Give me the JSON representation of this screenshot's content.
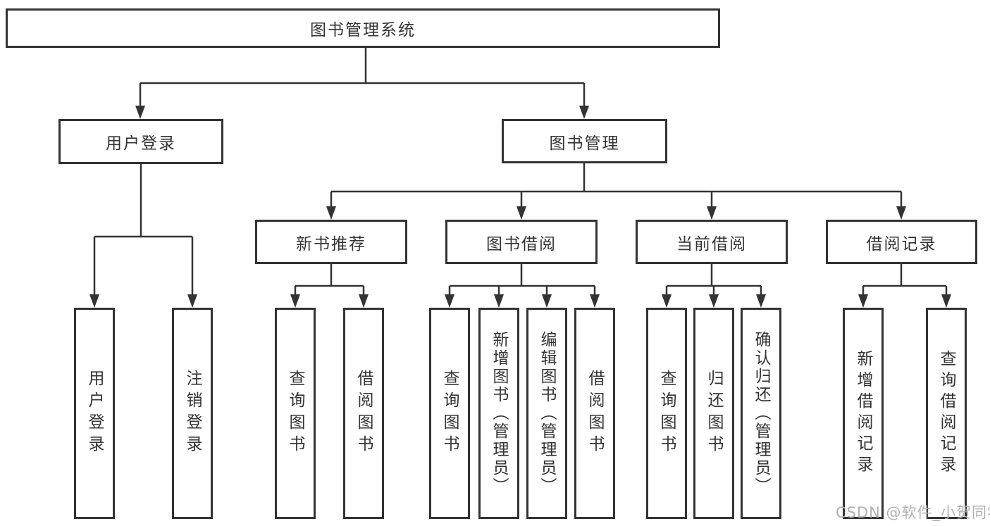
{
  "diagram": {
    "root": {
      "label": "图书管理系统"
    },
    "level2": [
      {
        "label": "用户登录"
      },
      {
        "label": "图书管理"
      }
    ],
    "level3": [
      {
        "label": "新书推荐"
      },
      {
        "label": "图书借阅"
      },
      {
        "label": "当前借阅"
      },
      {
        "label": "借阅记录"
      }
    ],
    "leaves": [
      {
        "label": "用户登录"
      },
      {
        "label": "注销登录"
      },
      {
        "label": "查询图书"
      },
      {
        "label": "借阅图书"
      },
      {
        "label": "查询图书"
      },
      {
        "label": "新增图书（管理员）"
      },
      {
        "label": "编辑图书（管理员）"
      },
      {
        "label": "借阅图书"
      },
      {
        "label": "查询图书"
      },
      {
        "label": "归还图书"
      },
      {
        "label": "确认归还（管理员）"
      },
      {
        "label": "新增借阅记录"
      },
      {
        "label": "查询借阅记录"
      }
    ],
    "colors": {
      "line": "#333333",
      "text": "#333333",
      "box_fill": "#ffffff",
      "background": "#ffffff"
    }
  },
  "watermark": {
    "text": "CSDN @软件_小贺同学",
    "color": "#b0b0b0"
  }
}
